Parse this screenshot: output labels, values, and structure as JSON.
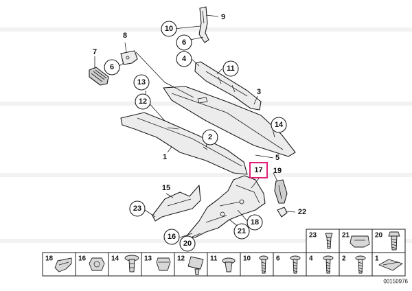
{
  "callouts": [
    {
      "id": "c10a",
      "label": "10"
    },
    {
      "id": "c6a",
      "label": "6"
    },
    {
      "id": "c4a",
      "label": "4"
    },
    {
      "id": "c11a",
      "label": "11"
    },
    {
      "id": "c6b",
      "label": "6"
    },
    {
      "id": "c13",
      "label": "13"
    },
    {
      "id": "c12a",
      "label": "12"
    },
    {
      "id": "c2",
      "label": "2"
    },
    {
      "id": "c14a",
      "label": "14"
    },
    {
      "id": "c23a",
      "label": "23"
    },
    {
      "id": "c16a",
      "label": "16"
    },
    {
      "id": "c20a",
      "label": "20"
    },
    {
      "id": "c21a",
      "label": "21"
    },
    {
      "id": "c18a",
      "label": "18"
    }
  ],
  "plain_labels": [
    {
      "id": "n9",
      "label": "9"
    },
    {
      "id": "n8",
      "label": "8"
    },
    {
      "id": "n7",
      "label": "7"
    },
    {
      "id": "n3",
      "label": "3"
    },
    {
      "id": "n1",
      "label": "1"
    },
    {
      "id": "n5",
      "label": "5"
    },
    {
      "id": "n19",
      "label": "19"
    },
    {
      "id": "n15",
      "label": "15"
    },
    {
      "id": "n22",
      "label": "22"
    }
  ],
  "highlighted_part": {
    "label": "17",
    "color": "#e0207a"
  },
  "hardware_top_row": [
    "23",
    "21",
    "20"
  ],
  "hardware_bottom_row": [
    "18",
    "16",
    "14",
    "13",
    "12",
    "11",
    "10",
    "6",
    "4",
    "2",
    "1"
  ],
  "reference_number": "00150976"
}
